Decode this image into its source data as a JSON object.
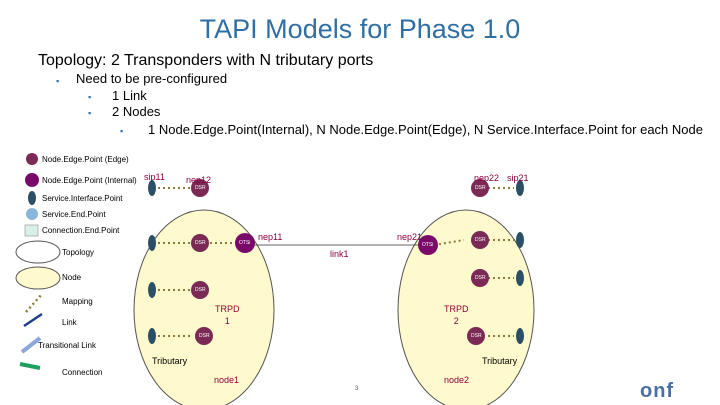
{
  "slide": {
    "title": "TAPI Models for Phase 1.0",
    "subtitle": "Topology: 2 Transponders with N tributary ports",
    "bullets": [
      "Need to be pre-configured",
      "1 Link",
      "2 Nodes",
      "1 Node.Edge.Point(Internal), N Node.Edge.Point(Edge), N Service.Interface.Point for each Node"
    ],
    "page_number": "3"
  },
  "legend": [
    {
      "label": "Node.Edge.Point (Edge)",
      "icon": "nep-edge-icon",
      "color": "#7b2a55"
    },
    {
      "label": "Node.Edge.Point (Internal)",
      "icon": "nep-internal-icon",
      "color": "#7a0a6a"
    },
    {
      "label": "Service.Interface.Point",
      "icon": "sip-icon",
      "color": "#2b4f66"
    },
    {
      "label": "Service.End.Point",
      "icon": "service-end-point-icon",
      "color": "#8ab6de"
    },
    {
      "label": "Connection.End.Point",
      "icon": "cep-icon",
      "color": "#d9f0e8"
    },
    {
      "label": "Topology",
      "icon": "topology-icon",
      "color": "#ffffff"
    },
    {
      "label": "Node",
      "icon": "node-icon",
      "color": "#fffacd"
    },
    {
      "label": "Mapping",
      "icon": "mapping-icon",
      "color": "#8a7a40"
    },
    {
      "label": "Link",
      "icon": "link-icon",
      "color": "#1f3f8a"
    },
    {
      "label": "Transitional Link",
      "icon": "transitional-link-icon",
      "color": "#8aa8dc"
    },
    {
      "label": "Connection",
      "icon": "connection-icon",
      "color": "#20a060"
    }
  ],
  "diagram": {
    "sip11": "sip11",
    "nep12": "nep12",
    "nep22": "nep22",
    "sip21": "sip21",
    "nep11": "nep11",
    "nep21": "nep21",
    "link1": "link1",
    "dsr": "DSR",
    "otsi": "OTSi",
    "trpd1": "TRPD\n1",
    "trpd2": "TRPD\n2",
    "tributary": "Tributary",
    "node1": "node1",
    "node2": "node2"
  },
  "logo": "onf"
}
